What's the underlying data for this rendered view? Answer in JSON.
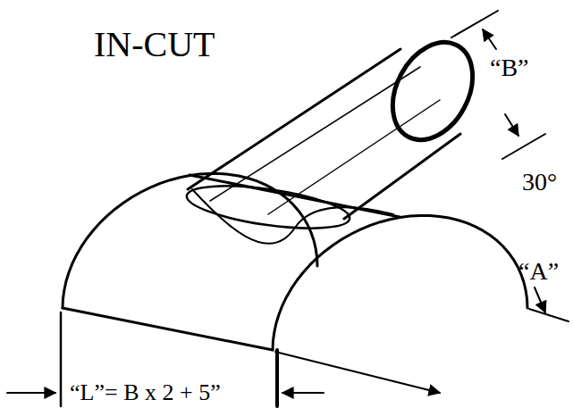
{
  "diagram": {
    "labels": [
      "IN-CUT",
      "“B”",
      "30°",
      "“A”",
      "“L”= B x 2 + 5”"
    ]
  }
}
